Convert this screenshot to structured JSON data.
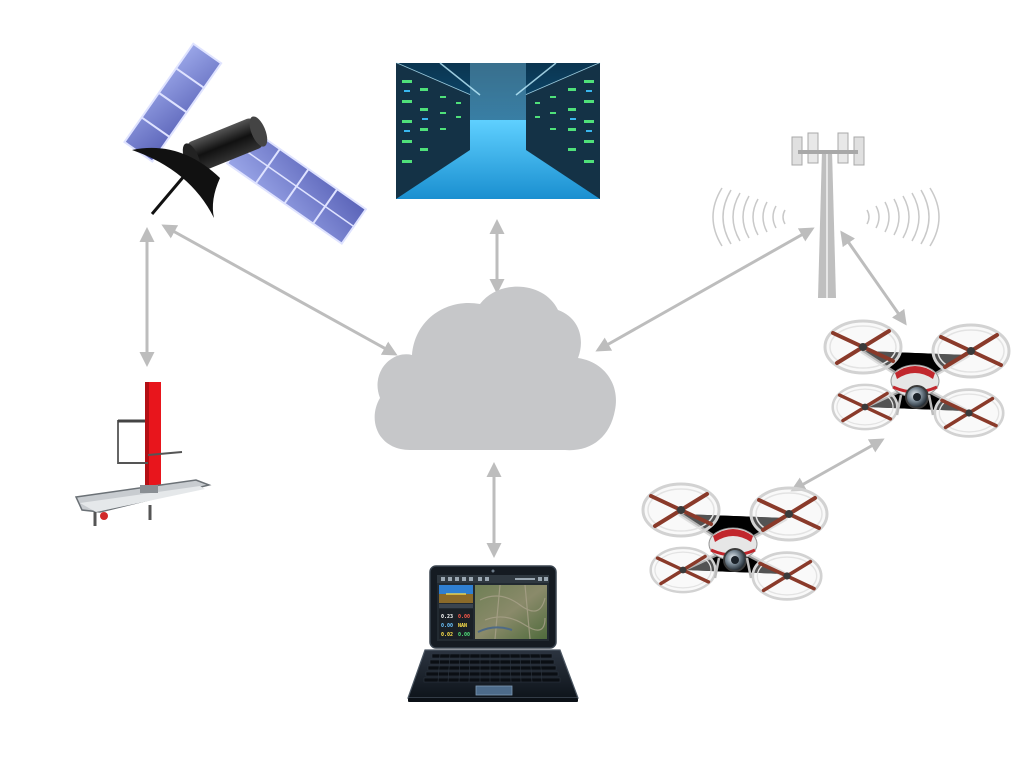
{
  "diagram": {
    "nodes": [
      {
        "id": "cloud",
        "icon": "cloud-icon"
      },
      {
        "id": "satellite",
        "icon": "satellite-icon"
      },
      {
        "id": "data-center",
        "icon": "server-room-icon"
      },
      {
        "id": "cell-tower",
        "icon": "cell-tower-icon"
      },
      {
        "id": "sailboat",
        "icon": "autonomous-sailboat-icon"
      },
      {
        "id": "drone-upper",
        "icon": "quadcopter-drone-icon"
      },
      {
        "id": "drone-lower",
        "icon": "quadcopter-drone-icon"
      },
      {
        "id": "laptop",
        "icon": "laptop-icon"
      }
    ],
    "links": [
      {
        "from": "satellite",
        "to": "cloud",
        "bidirectional": true
      },
      {
        "from": "satellite",
        "to": "sailboat",
        "bidirectional": true
      },
      {
        "from": "data-center",
        "to": "cloud",
        "bidirectional": true
      },
      {
        "from": "cell-tower",
        "to": "cloud",
        "bidirectional": true
      },
      {
        "from": "cell-tower",
        "to": "drone-upper",
        "bidirectional": true
      },
      {
        "from": "drone-upper",
        "to": "drone-lower",
        "bidirectional": true
      },
      {
        "from": "cloud",
        "to": "laptop",
        "bidirectional": true
      }
    ],
    "colors": {
      "cloud": "#c6c7c9",
      "arrow": "#bdbdbd",
      "sail": "#e8151c",
      "server_glow": "#39b7ef",
      "drone_accent": "#c1272d"
    }
  },
  "laptop_screen": {
    "gauges": [
      "0.23",
      "0.00",
      "0.00",
      "NAN",
      "0.02",
      "0.00"
    ]
  }
}
